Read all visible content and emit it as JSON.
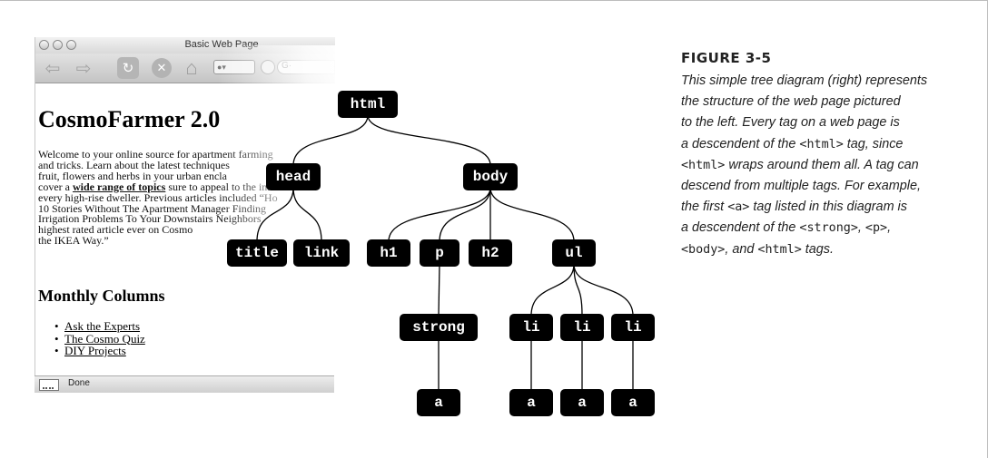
{
  "browser": {
    "window_title": "Basic Web Page",
    "url_partial": "●▾",
    "search_partial": "G·",
    "status": "Done",
    "page": {
      "heading": "CosmoFarmer 2.0",
      "intro_lines": [
        {
          "text": "Welcome to your online source for apartment farming"
        },
        {
          "text": "and tricks. Learn about the latest techniques"
        },
        {
          "text": "fruit, flowers and herbs in your urban encla"
        },
        {
          "pre": "cover a ",
          "link": "wide range of topics",
          "post": " sure to appeal to the inne"
        },
        {
          "text": "every high-rise dweller. Previous articles included “Ho"
        },
        {
          "text": "10 Stories Without The Apartment Manager Finding"
        },
        {
          "text": "Irrigation Problems To Your Downstairs Neighbors"
        },
        {
          "text": "highest rated article ever on Cosmo"
        },
        {
          "text": "the IKEA Way.”"
        }
      ],
      "subheading": "Monthly Columns",
      "links": [
        "Ask the Experts",
        "The Cosmo Quiz",
        "DIY Projects"
      ]
    }
  },
  "tree": {
    "nodes": [
      {
        "id": "html",
        "label": "html"
      },
      {
        "id": "head",
        "label": "head",
        "parent": "html"
      },
      {
        "id": "body",
        "label": "body",
        "parent": "html"
      },
      {
        "id": "title",
        "label": "title",
        "parent": "head"
      },
      {
        "id": "link",
        "label": "link",
        "parent": "head"
      },
      {
        "id": "h1",
        "label": "h1",
        "parent": "body"
      },
      {
        "id": "p",
        "label": "p",
        "parent": "body"
      },
      {
        "id": "h2",
        "label": "h2",
        "parent": "body"
      },
      {
        "id": "ul",
        "label": "ul",
        "parent": "body"
      },
      {
        "id": "strong",
        "label": "strong",
        "parent": "p"
      },
      {
        "id": "li1",
        "label": "li",
        "parent": "ul"
      },
      {
        "id": "li2",
        "label": "li",
        "parent": "ul"
      },
      {
        "id": "li3",
        "label": "li",
        "parent": "ul"
      },
      {
        "id": "a1",
        "label": "a",
        "parent": "strong"
      },
      {
        "id": "a2",
        "label": "a",
        "parent": "li1"
      },
      {
        "id": "a3",
        "label": "a",
        "parent": "li2"
      },
      {
        "id": "a4",
        "label": "a",
        "parent": "li3"
      }
    ]
  },
  "caption": {
    "label": "FIGURE 3-5",
    "lines": [
      [
        {
          "t": "This simple tree diagram (right) represents"
        }
      ],
      [
        {
          "t": "the structure of the web page pictured"
        }
      ],
      [
        {
          "t": "to the left. Every tag on a web page is"
        }
      ],
      [
        {
          "t": "a descendent of the "
        },
        {
          "c": "<html>"
        },
        {
          "t": " tag, since"
        }
      ],
      [
        {
          "c": "<html>"
        },
        {
          "t": " wraps around them all. A tag can"
        }
      ],
      [
        {
          "t": "descend from multiple tags. For example,"
        }
      ],
      [
        {
          "t": "the first "
        },
        {
          "c": "<a>"
        },
        {
          "t": " tag listed in this diagram is"
        }
      ],
      [
        {
          "t": "a descendent of the "
        },
        {
          "c": "<strong>"
        },
        {
          "t": ", "
        },
        {
          "c": "<p>"
        },
        {
          "t": ","
        }
      ],
      [
        {
          "c": "<body>"
        },
        {
          "t": ", and "
        },
        {
          "c": "<html>"
        },
        {
          "t": " tags."
        }
      ]
    ]
  },
  "colors": {
    "node_bg": "#000000",
    "node_text": "#ffffff",
    "edge": "#000000"
  }
}
